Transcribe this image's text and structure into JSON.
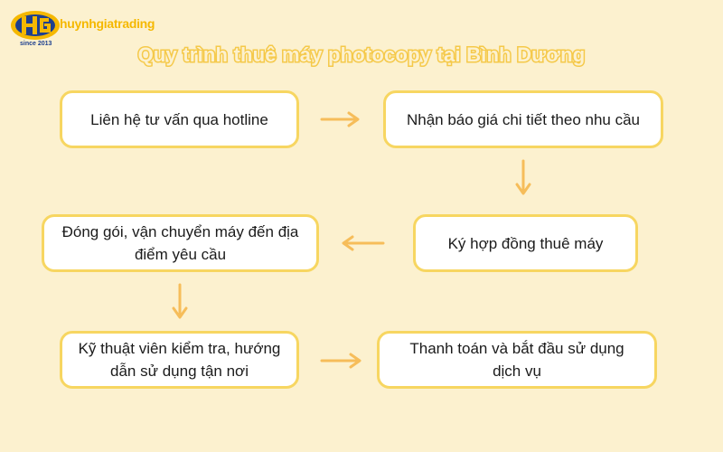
{
  "logo": {
    "name": "huynhgiatrading",
    "since": "since 2013"
  },
  "title": "Quy trình thuê máy photocopy tại Bình Dương",
  "steps": [
    "Liên hệ tư vấn qua hotline",
    "Nhận báo giá chi tiết theo nhu cầu",
    "Ký hợp đồng thuê máy",
    "Đóng gói, vận chuyển máy đến địa điểm yêu cầu",
    "Kỹ thuật viên kiểm tra, hướng dẫn sử dụng tận nơi",
    "Thanh toán và bắt đầu sử dụng dịch vụ"
  ],
  "colors": {
    "background": "#fcf1cf",
    "box_border": "#f7d661",
    "arrow": "#f6bd5a",
    "title_outline": "#f5c94a"
  }
}
